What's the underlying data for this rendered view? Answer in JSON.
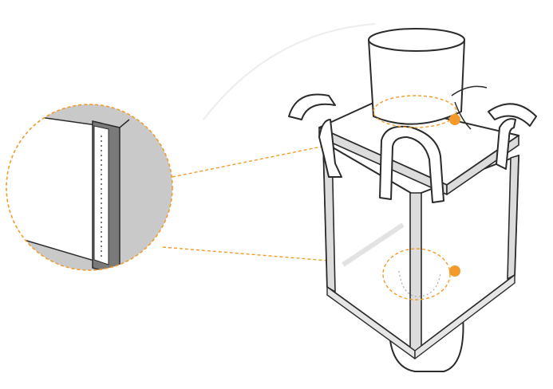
{
  "figure": {
    "subject": "bulk-bag-with-seam-detail",
    "colors": {
      "background": "#ffffff",
      "outline": "#2b2b2b",
      "panel_edge": "#d9d9d9",
      "detail_bg": "#c9c9c9",
      "accent": "#f39a2b"
    },
    "callouts": [
      {
        "name": "top-seam-callout",
        "icon": "orange-dot"
      },
      {
        "name": "bottom-seam-callout",
        "icon": "orange-dot"
      }
    ]
  }
}
